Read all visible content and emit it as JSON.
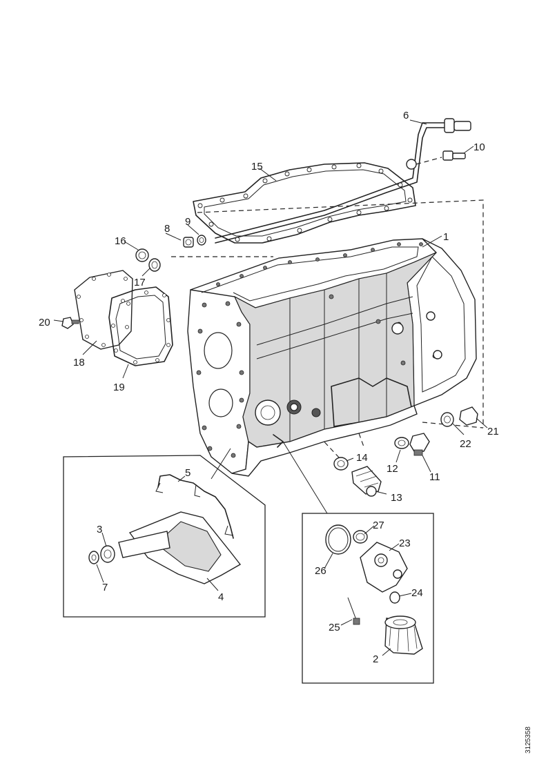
{
  "diagram": {
    "callouts": {
      "c1": "1",
      "c2": "2",
      "c3": "3",
      "c4": "4",
      "c5": "5",
      "c6": "6",
      "c7": "7",
      "c8": "8",
      "c9": "9",
      "c10": "10",
      "c11": "11",
      "c12": "12",
      "c13": "13",
      "c14": "14",
      "c15": "15",
      "c16": "16",
      "c17": "17",
      "c18": "18",
      "c19": "19",
      "c20": "20",
      "c21": "21",
      "c22": "22",
      "c23": "23",
      "c24": "24",
      "c25": "25",
      "c26": "26",
      "c27": "27"
    },
    "reference_code": "3125358"
  }
}
